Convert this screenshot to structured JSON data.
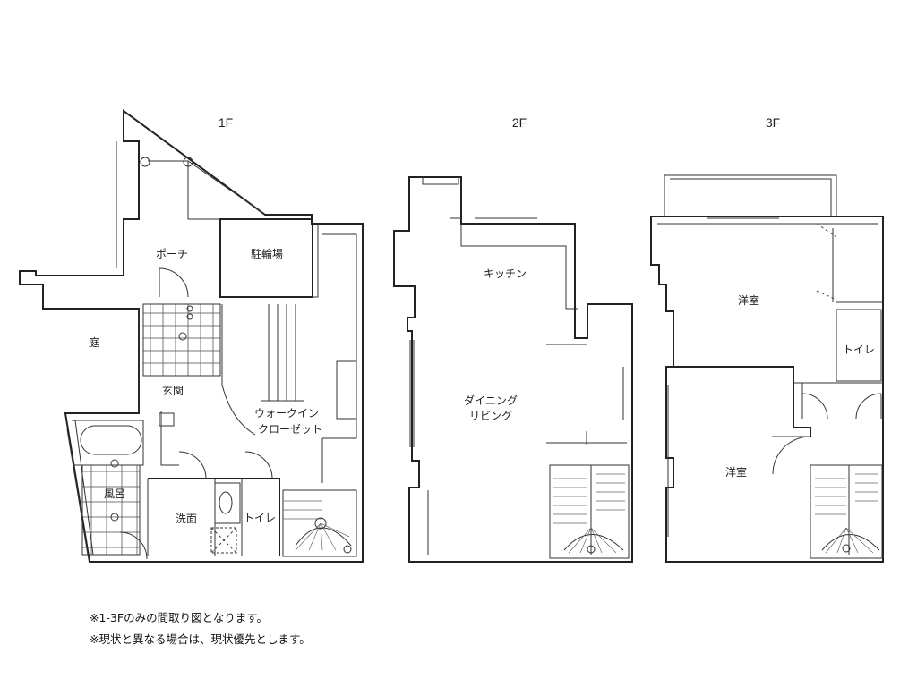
{
  "floors": [
    {
      "label": "1F",
      "rooms": [
        "ポーチ",
        "駐輪場",
        "庭",
        "玄関",
        "ウォークイン",
        "クローゼット",
        "風呂",
        "洗面",
        "トイレ"
      ]
    },
    {
      "label": "2F",
      "rooms": [
        "キッチン",
        "ダイニング",
        "リビング"
      ]
    },
    {
      "label": "3F",
      "rooms": [
        "洋室",
        "トイレ",
        "洋室"
      ]
    }
  ],
  "notes": [
    "※1-3Fのみの間取り図となります。",
    "※現状と異なる場合は、現状優先とします。"
  ]
}
